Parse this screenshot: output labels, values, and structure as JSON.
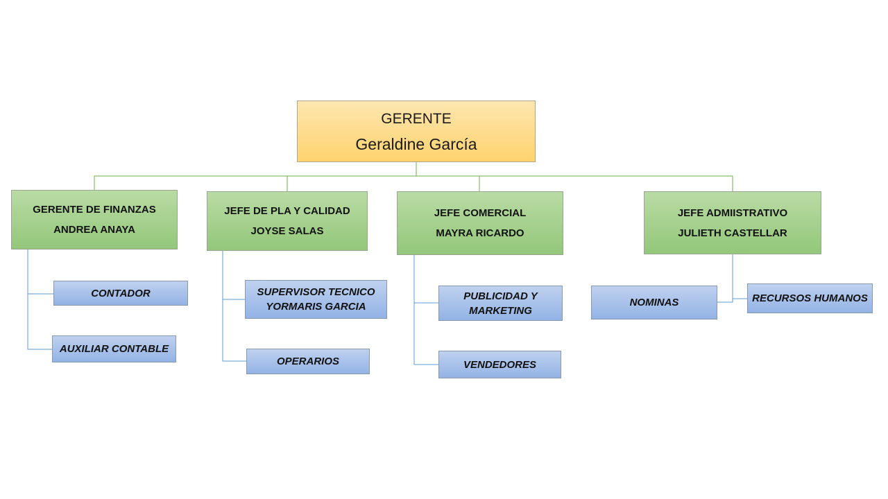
{
  "top": {
    "title": "GERENTE",
    "name": "Geraldine García"
  },
  "managers": [
    {
      "title": "GERENTE DE FINANZAS",
      "name": "ANDREA ANAYA"
    },
    {
      "title": "JEFE DE PLA Y CALIDAD",
      "name": "JOYSE SALAS"
    },
    {
      "title": "JEFE COMERCIAL",
      "name": "MAYRA RICARDO"
    },
    {
      "title": "JEFE ADMIISTRATIVO",
      "name": "JULIETH CASTELLAR"
    }
  ],
  "subordinates": {
    "finanzas": [
      "CONTADOR",
      "AUXILIAR CONTABLE"
    ],
    "calidad": [
      {
        "line1": "SUPERVISOR TECNICO",
        "line2": "YORMARIS GARCIA"
      },
      "OPERARIOS"
    ],
    "comercial": [
      {
        "line1": "PUBLICIDAD Y",
        "line2": "MARKETING"
      },
      "VENDEDORES"
    ],
    "administrativo": [
      "NOMINAS",
      "RECURSOS HUMANOS"
    ]
  },
  "colors": {
    "top_fill": "#ffd36e",
    "manager_fill": "#93c77a",
    "subordinate_fill": "#93b3e5",
    "top_connector": "#70ad47",
    "sub_connector": "#5b9bd5"
  }
}
